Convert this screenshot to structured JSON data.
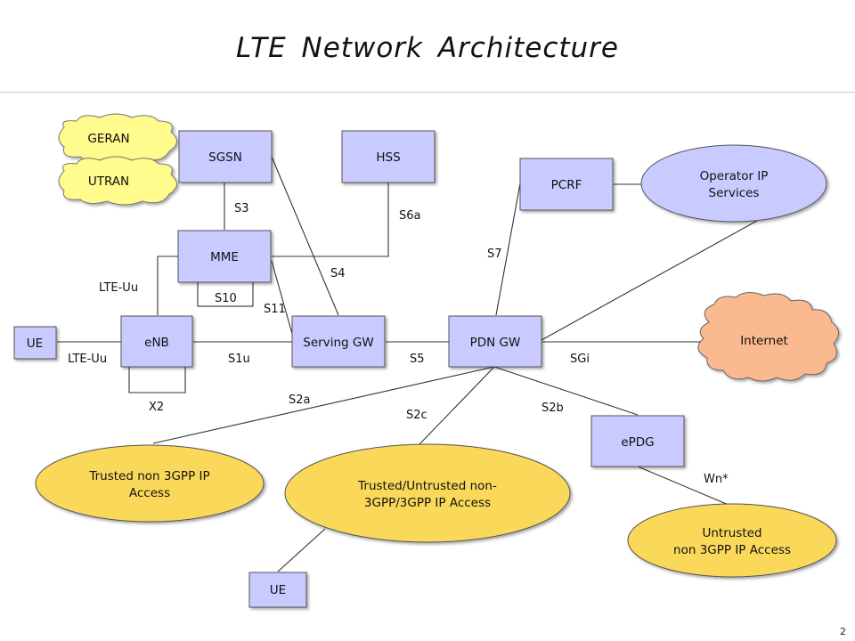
{
  "title": "LTE Network Architecture",
  "page_number": "2",
  "nodes": {
    "sgsn": "SGSN",
    "hss": "HSS",
    "pcrf": "PCRF",
    "mme": "MME",
    "ue": "UE",
    "enb": "eNB",
    "serving_gw": "Serving GW",
    "pdn_gw": "PDN GW",
    "epdg": "ePDG",
    "ue_bottom": "UE"
  },
  "clouds": {
    "geran": "GERAN",
    "utran": "UTRAN",
    "internet": "Internet"
  },
  "ellipses": {
    "operator_ip": [
      "Operator IP",
      "Services"
    ],
    "trusted": [
      "Trusted non 3GPP IP",
      "Access"
    ],
    "trusted_untrusted": [
      "Trusted/Untrusted non-",
      "3GPP/3GPP IP Access"
    ],
    "untrusted": [
      "Untrusted",
      "non 3GPP IP Access"
    ]
  },
  "interfaces": {
    "s3": "S3",
    "s6a": "S6a",
    "s4": "S4",
    "s7": "S7",
    "lte_uu_top": "LTE-Uu",
    "s10": "S10",
    "s11": "S11",
    "lte_uu": "LTE-Uu",
    "s1u": "S1u",
    "s5": "S5",
    "sgi": "SGi",
    "x2": "X2",
    "s2a": "S2a",
    "s2c": "S2c",
    "s2b": "S2b",
    "wn": "Wn*"
  },
  "colors": {
    "node_fill": "#c9caff",
    "cloud_fill": "#fffb8c",
    "internet_fill": "#fbb98f",
    "access_fill": "#fad85a",
    "operator_fill": "#c9caff"
  }
}
